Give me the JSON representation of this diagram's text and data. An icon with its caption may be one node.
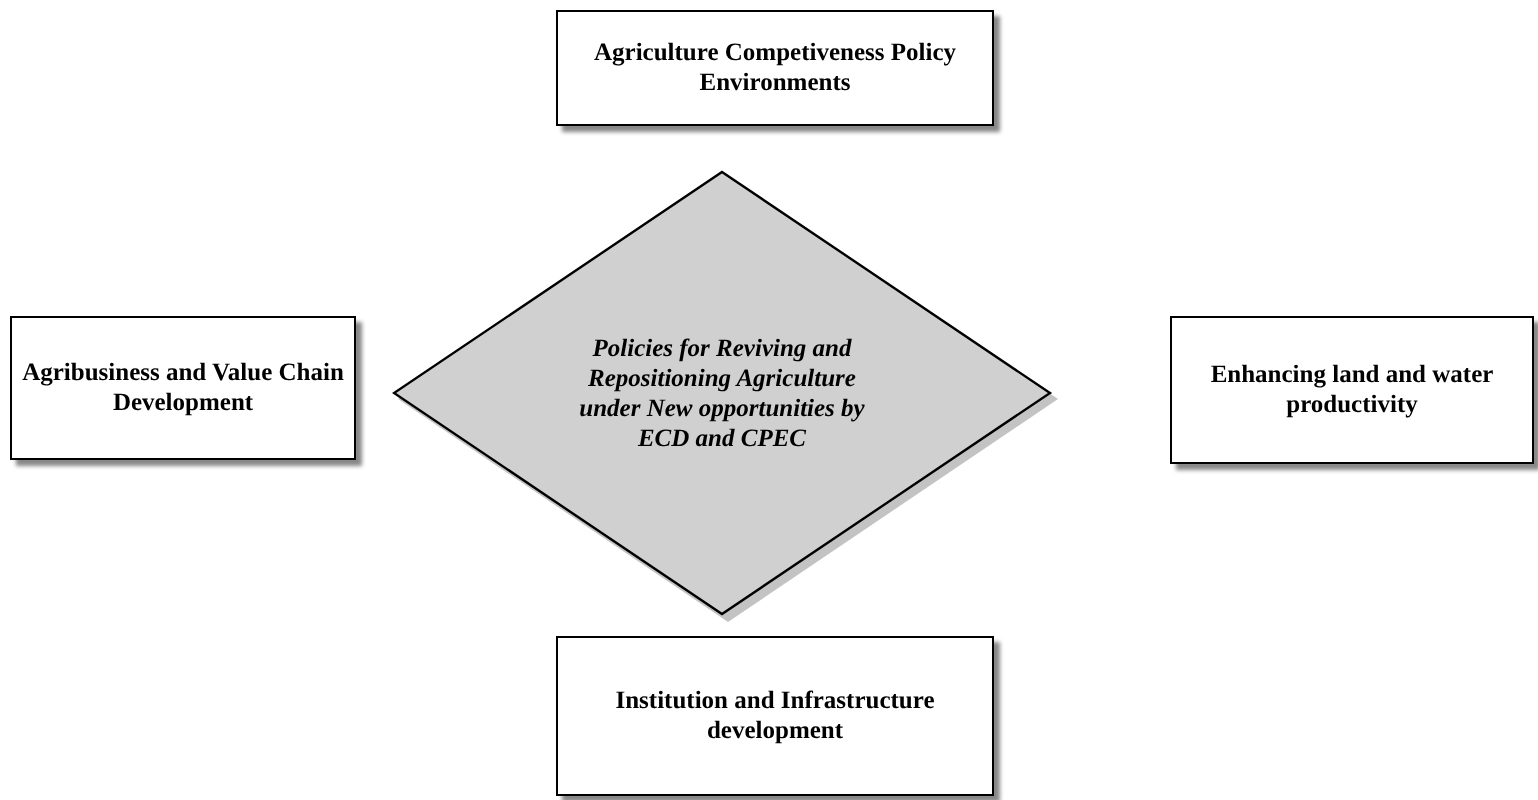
{
  "diagram": {
    "nodes": [
      {
        "text": [
          "Agriculture Competiveness Policy Environments"
        ]
      },
      {
        "text": [
          "Agribusiness and Value Chain Development"
        ]
      },
      {
        "text": [
          "Policies for Reviving and Repositioning Agriculture under New opportunities by ECD and CPEC"
        ]
      },
      {
        "text": [
          "Enhancing land and water productivity"
        ]
      },
      {
        "text": [
          "Institution and Infrastructure development"
        ]
      }
    ],
    "edges": []
  }
}
